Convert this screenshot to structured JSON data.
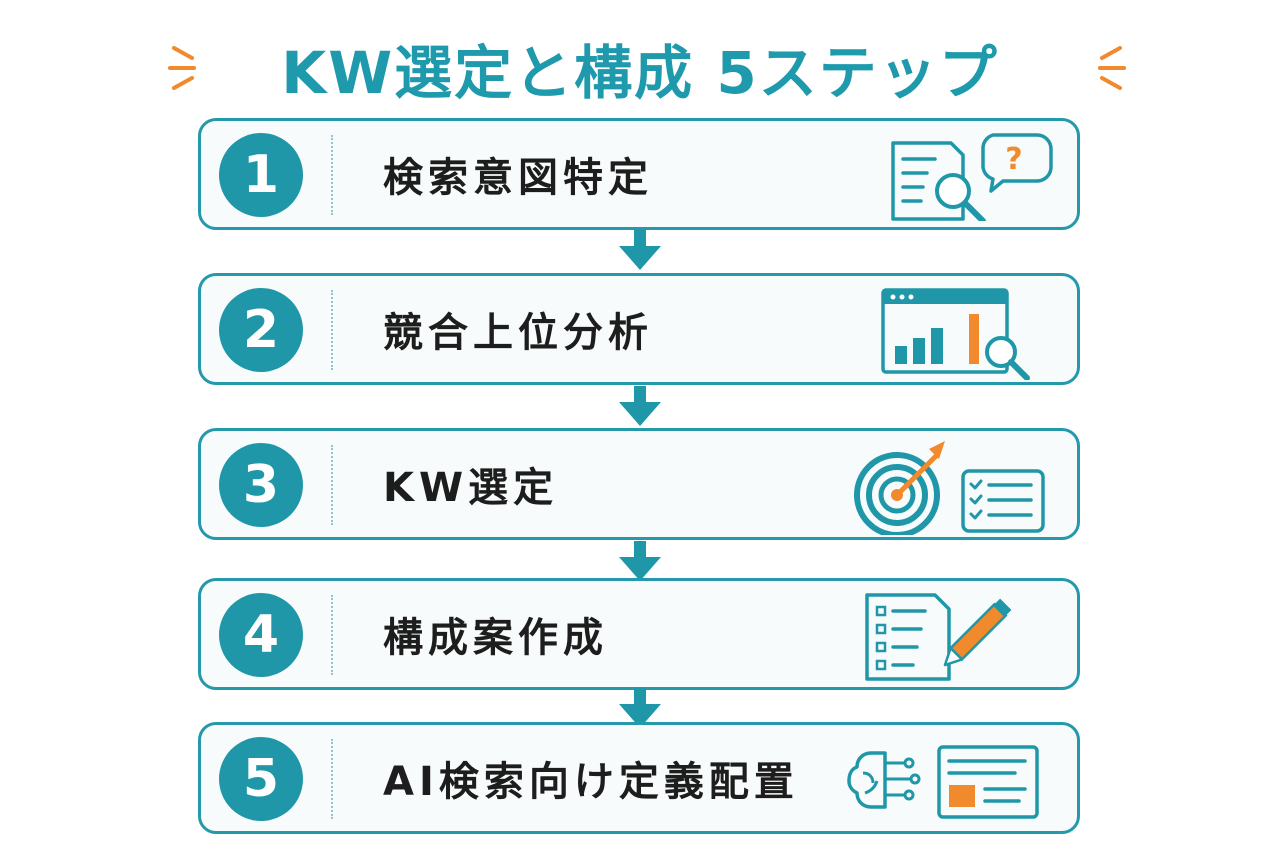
{
  "title": "KW選定と構成 5ステップ",
  "colors": {
    "teal": "#1f97a8",
    "orange": "#f08a2c",
    "text": "#1d1d1d"
  },
  "steps": [
    {
      "number": "1",
      "label": "検索意図特定",
      "icon": "document-search-question-icon"
    },
    {
      "number": "2",
      "label": "競合上位分析",
      "icon": "browser-bar-chart-search-icon"
    },
    {
      "number": "3",
      "label": "KW選定",
      "icon": "target-checklist-icon"
    },
    {
      "number": "4",
      "label": "構成案作成",
      "icon": "outline-pencil-icon"
    },
    {
      "number": "5",
      "label": "AI検索向け定義配置",
      "icon": "ai-brain-card-icon"
    }
  ]
}
